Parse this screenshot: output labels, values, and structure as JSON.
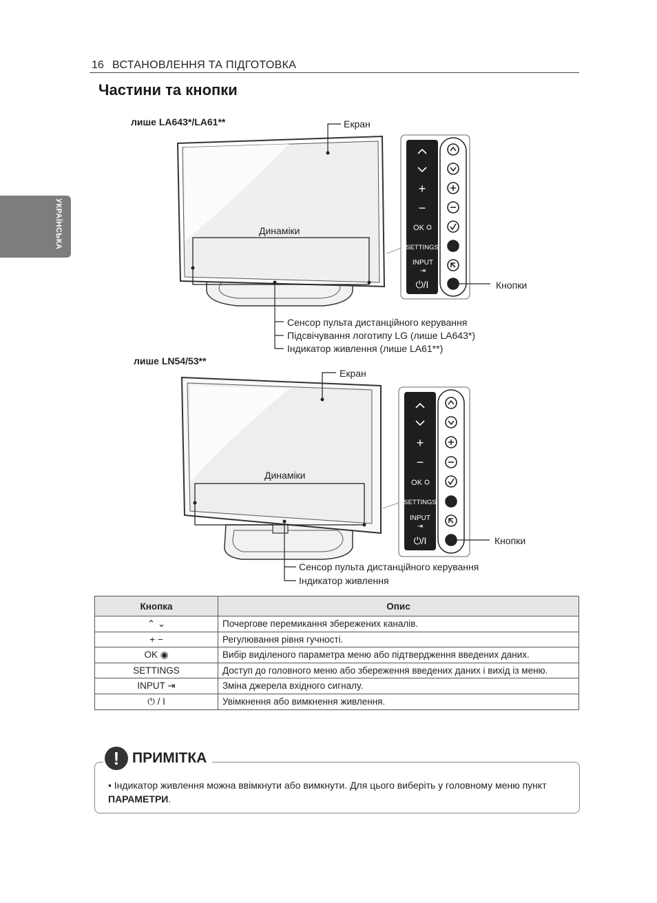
{
  "header": {
    "page_number": "16",
    "section": "ВСТАНОВЛЕННЯ ТА ПІДГОТОВКА"
  },
  "side_tab": "УКРАЇНСЬКА",
  "title": "Частини та кнопки",
  "diagram1": {
    "model": "лише LA643*/LA61**",
    "screen": "Екран",
    "speakers": "Динаміки",
    "buttons": "Кнопки",
    "callouts": [
      "Сенсор пульта дистанційного керування",
      "Підсвічування логотипу LG (лише LA643*)",
      "Індикатор живлення (лише LA61**)"
    ]
  },
  "diagram2": {
    "model": "лише LN54/53**",
    "screen": "Екран",
    "speakers": "Динаміки",
    "buttons": "Кнопки",
    "callouts": [
      "Сенсор пульта дистанційного керування",
      "Індикатор живлення"
    ]
  },
  "panel_labels": {
    "up": "^",
    "down": "v",
    "plus": "+",
    "minus": "−",
    "ok": "OK",
    "settings": "SETTINGS",
    "input": "INPUT",
    "power": "⏻/I"
  },
  "table": {
    "headers": [
      "Кнопка",
      "Опис"
    ],
    "rows": [
      {
        "button": "⌃ ⌄",
        "desc": "Почергове перемикання збережених каналів."
      },
      {
        "button": "+ −",
        "desc": "Регулювання рівня гучності."
      },
      {
        "button": "OK ◉",
        "desc": "Вибір виділеного параметра меню або підтвердження введених даних."
      },
      {
        "button": "SETTINGS",
        "desc": "Доступ до головного меню або збереження введених даних і вихід із меню."
      },
      {
        "button": "INPUT ⇥",
        "desc": "Зміна джерела вхідного сигналу."
      },
      {
        "button": "⏻ / I",
        "desc": "Увімкнення або вимкнення живлення."
      }
    ]
  },
  "note": {
    "icon": "!",
    "title": "ПРИМІТКА",
    "text_before": "• Індикатор живлення можна ввімкнути або вимкнути. Для цього виберіть у головному меню пункт ",
    "text_bold": "ПАРАМЕТРИ",
    "text_after": "."
  }
}
